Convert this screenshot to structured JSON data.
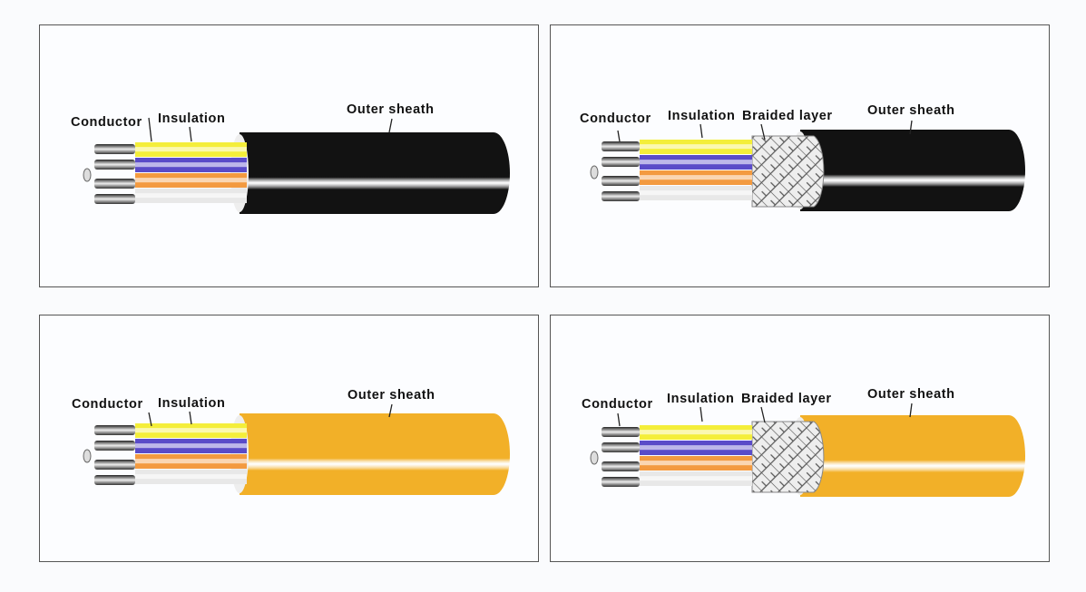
{
  "labels": {
    "conductor": "Conductor",
    "insulation": "Insulation",
    "braided": "Braided layer",
    "sheath": "Outer sheath"
  },
  "panels": [
    {
      "sheath_color": "#121212",
      "braided": false
    },
    {
      "sheath_color": "#121212",
      "braided": true
    },
    {
      "sheath_color": "#f2b028",
      "braided": false
    },
    {
      "sheath_color": "#f2b028",
      "braided": true
    }
  ],
  "insulation_colors": [
    "#f4ee3a",
    "#5a4bc8",
    "#f39a40",
    "#e8e8e8"
  ]
}
